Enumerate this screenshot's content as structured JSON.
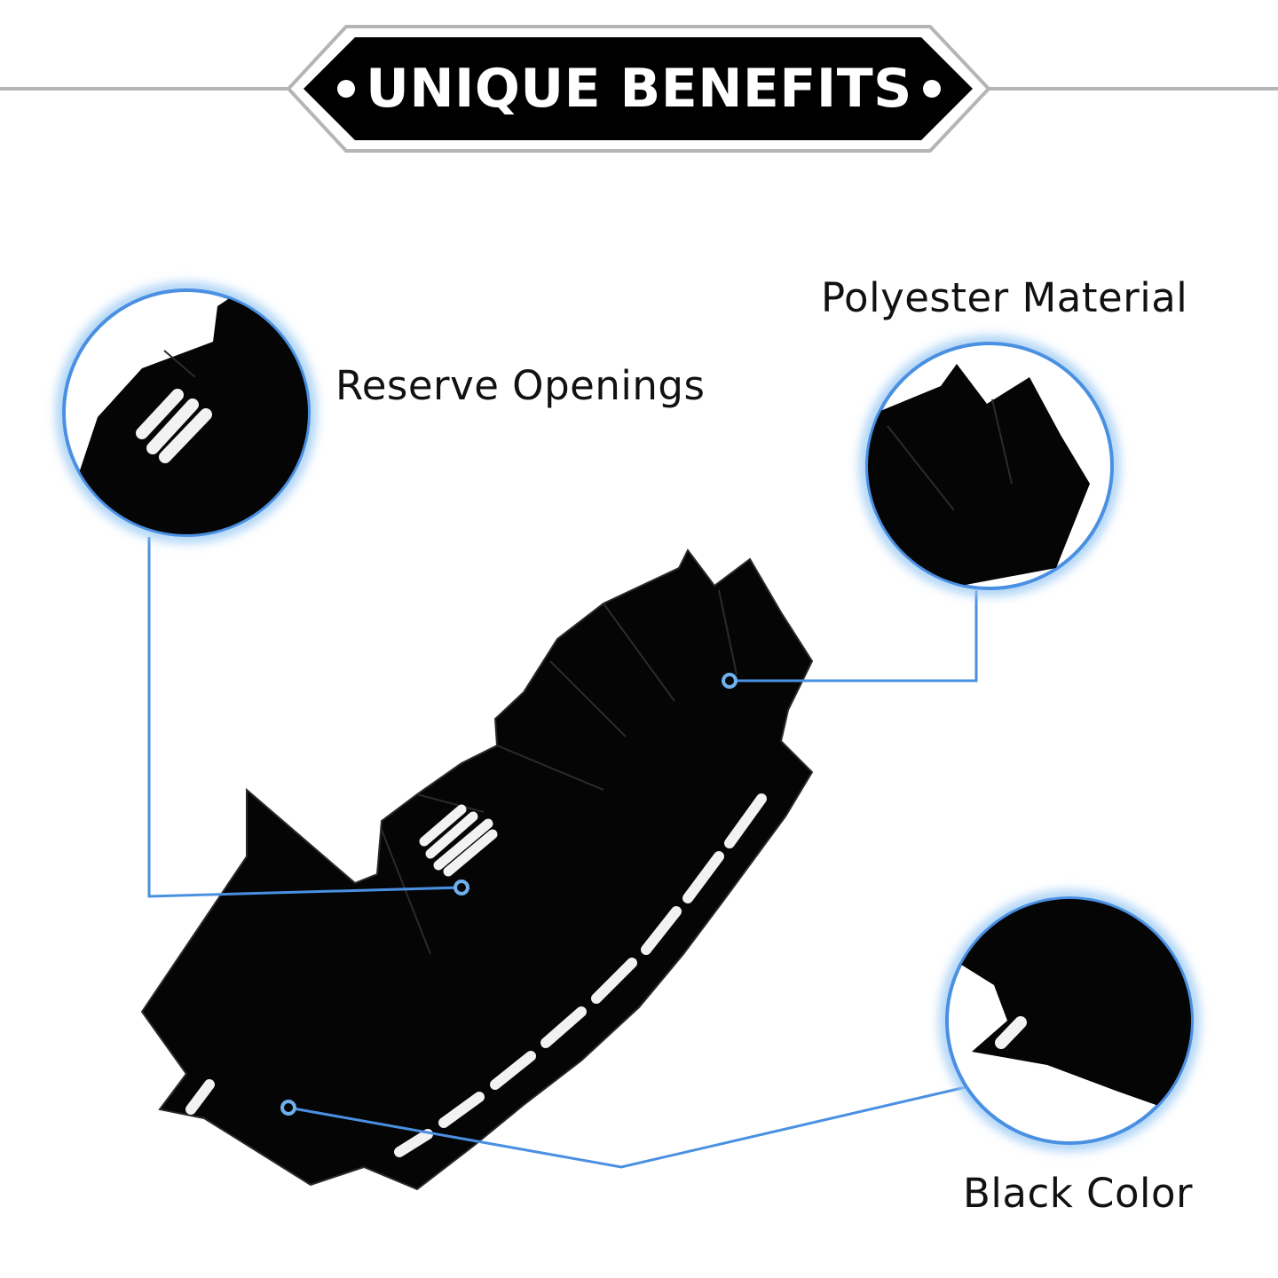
{
  "banner": {
    "title": "UNIQUE BENEFITS"
  },
  "callouts": [
    {
      "label": "Reserve Openings"
    },
    {
      "label": "Polyester Material"
    },
    {
      "label": "Black Color"
    }
  ],
  "colors": {
    "accent_blue": "#4a90e2",
    "glow_blue": "#9ccaf5",
    "mat_black": "#050505",
    "banner_black": "#000000",
    "rule_gray": "#b5b5b5"
  },
  "icons": {
    "bullet_left": "white-dot",
    "bullet_right": "white-dot"
  }
}
